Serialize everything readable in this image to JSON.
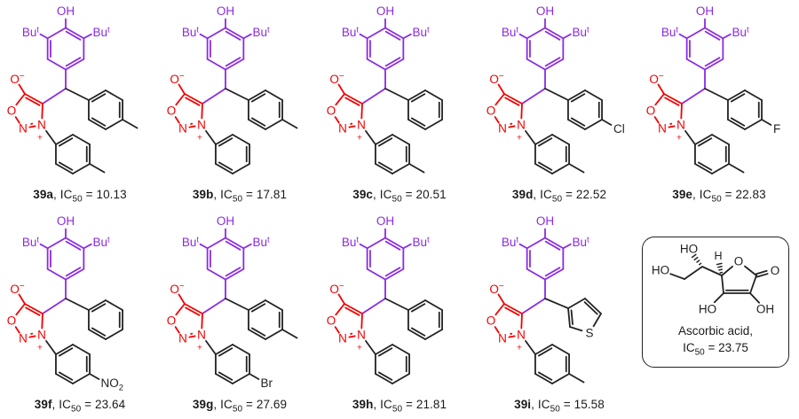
{
  "colors": {
    "phenol": "#8b2be2",
    "sydnone": "#f10000",
    "aryl": "#222222",
    "text": "#1a1a1a",
    "box_border": "#222222"
  },
  "atoms": {
    "hydroxyl": "OH",
    "tert_butyl": "Bu",
    "tert_butyl_sup": "t",
    "olate_o": "O",
    "olate_charge": "−",
    "ring_o": "O",
    "nitrogen": "N",
    "plus": "+",
    "sulfur": "S",
    "chloro": "Cl",
    "fluoro": "F",
    "bromo": "Br",
    "nitro": "NO",
    "nitro_sub": "2",
    "ho": "HO",
    "oh": "OH",
    "h": "H",
    "o": "O"
  },
  "label_format": {
    "sep": ", ",
    "ic": "IC",
    "sub": "50",
    "eq": " = "
  },
  "compounds": [
    {
      "name": "39a",
      "ic50": "10.13",
      "ch_aryl": "4-methylphenyl",
      "n_aryl": "4-methylphenyl"
    },
    {
      "name": "39b",
      "ic50": "17.81",
      "ch_aryl": "4-methylphenyl",
      "n_aryl": "phenyl"
    },
    {
      "name": "39c",
      "ic50": "20.51",
      "ch_aryl": "phenyl",
      "n_aryl": "4-methylphenyl"
    },
    {
      "name": "39d",
      "ic50": "22.52",
      "ch_aryl": "4-chlorophenyl",
      "n_aryl": "4-methylphenyl"
    },
    {
      "name": "39e",
      "ic50": "22.83",
      "ch_aryl": "4-fluorophenyl",
      "n_aryl": "4-methylphenyl"
    },
    {
      "name": "39f",
      "ic50": "23.64",
      "ch_aryl": "phenyl",
      "n_aryl": "4-nitrophenyl"
    },
    {
      "name": "39g",
      "ic50": "27.69",
      "ch_aryl": "4-methylphenyl",
      "n_aryl": "4-bromophenyl"
    },
    {
      "name": "39h",
      "ic50": "21.81",
      "ch_aryl": "phenyl",
      "n_aryl": "phenyl"
    },
    {
      "name": "39i",
      "ic50": "15.58",
      "ch_aryl": "thiophen-3-yl",
      "n_aryl": "4-methylphenyl"
    }
  ],
  "reference": {
    "name_line": "Ascorbic acid,",
    "ic50": "23.75"
  }
}
